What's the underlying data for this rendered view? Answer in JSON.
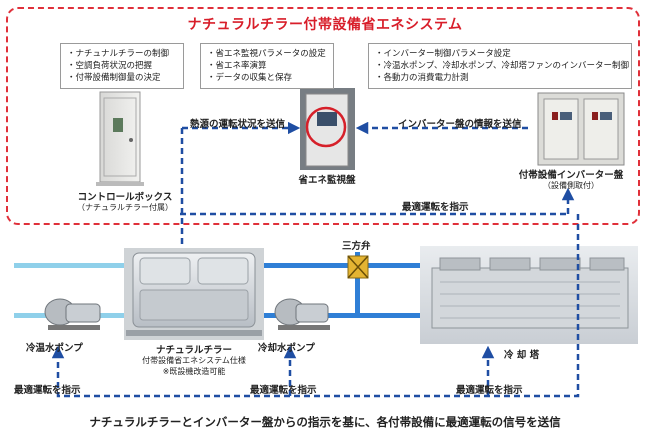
{
  "title": "ナチュラルチラー付帯設備省エネシステム",
  "control_box": {
    "notes": [
      "・ナチュナルチラーの制御",
      "・空調負荷状況の把握",
      "・付帯設備制御量の決定"
    ],
    "caption": "コントロールボックス",
    "sub": "（ナチュラルチラー付属）"
  },
  "monitor_panel": {
    "notes": [
      "・省エネ監視パラメータの設定",
      "・省エネ率演算",
      "・データの収集と保存"
    ],
    "caption": "省エネ監視盤"
  },
  "inverter_panel": {
    "notes": [
      "・インバーター制御パラメータ設定",
      "・冷温水ポンプ、冷却水ポンプ、冷却塔ファンのインバーター制御",
      "・各動力の消費電力計測"
    ],
    "caption": "付帯設備インバーター盤",
    "sub": "（設備側取付）"
  },
  "arrows": {
    "heat_source": "熱源の運転状況を送信",
    "inverter_info": "インバーター盤の情報を送信",
    "optimal_top": "最適運転を指示",
    "optimal_left": "最適運転を指示",
    "optimal_mid": "最適運転を指示",
    "optimal_right": "最適運転を指示"
  },
  "equipment": {
    "chilled_pump": "冷温水ポンプ",
    "chiller": "ナチュラルチラー",
    "chiller_sub1": "付帯設備省エネシステム仕様",
    "chiller_sub2": "※既設機改造可能",
    "cooling_pump": "冷却水ポンプ",
    "valve": "三方弁",
    "tower": "冷 却 塔"
  },
  "footer": "ナチュラルチラーとインバーター盤からの指示を基に、各付帯設備に最適運転の信号を送信",
  "colors": {
    "frame": "#e0303a",
    "title": "#d81e2a",
    "arrow": "#1f4ea3",
    "pipe_light": "#8fd0ea",
    "pipe_blue": "#2f7fd6"
  }
}
